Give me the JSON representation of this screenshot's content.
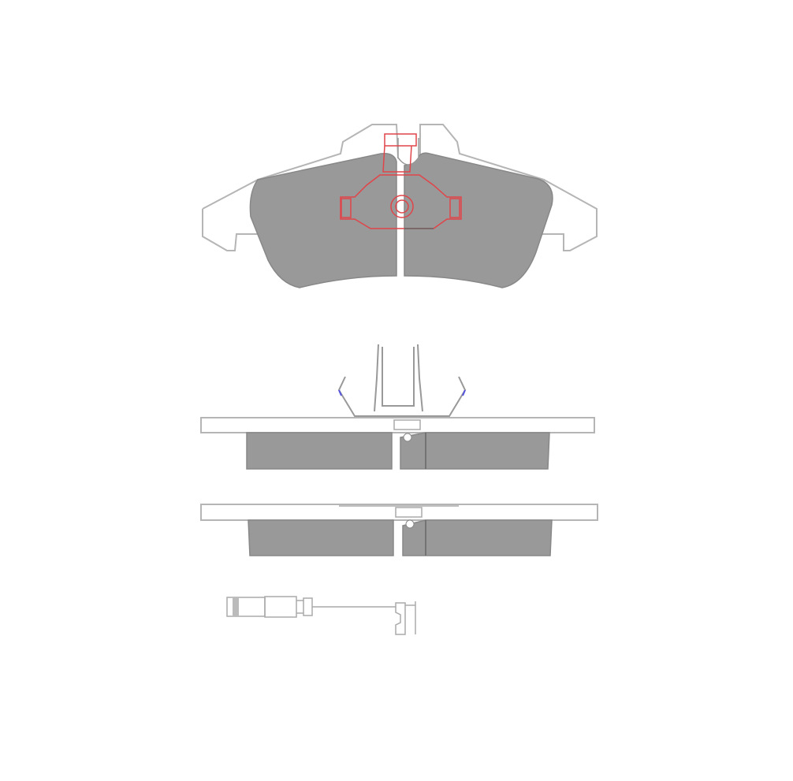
{
  "drawing": {
    "colors": {
      "background": "#ffffff",
      "friction_material": "#999999",
      "outline": "#b5b5b5",
      "edge": "#777777",
      "clip_overlay": "#e0454a",
      "accent_marks": "#5555dd"
    },
    "views": [
      "front-view-pad",
      "side-view-pad-with-clip",
      "side-view-pad",
      "wear-sensor"
    ]
  }
}
